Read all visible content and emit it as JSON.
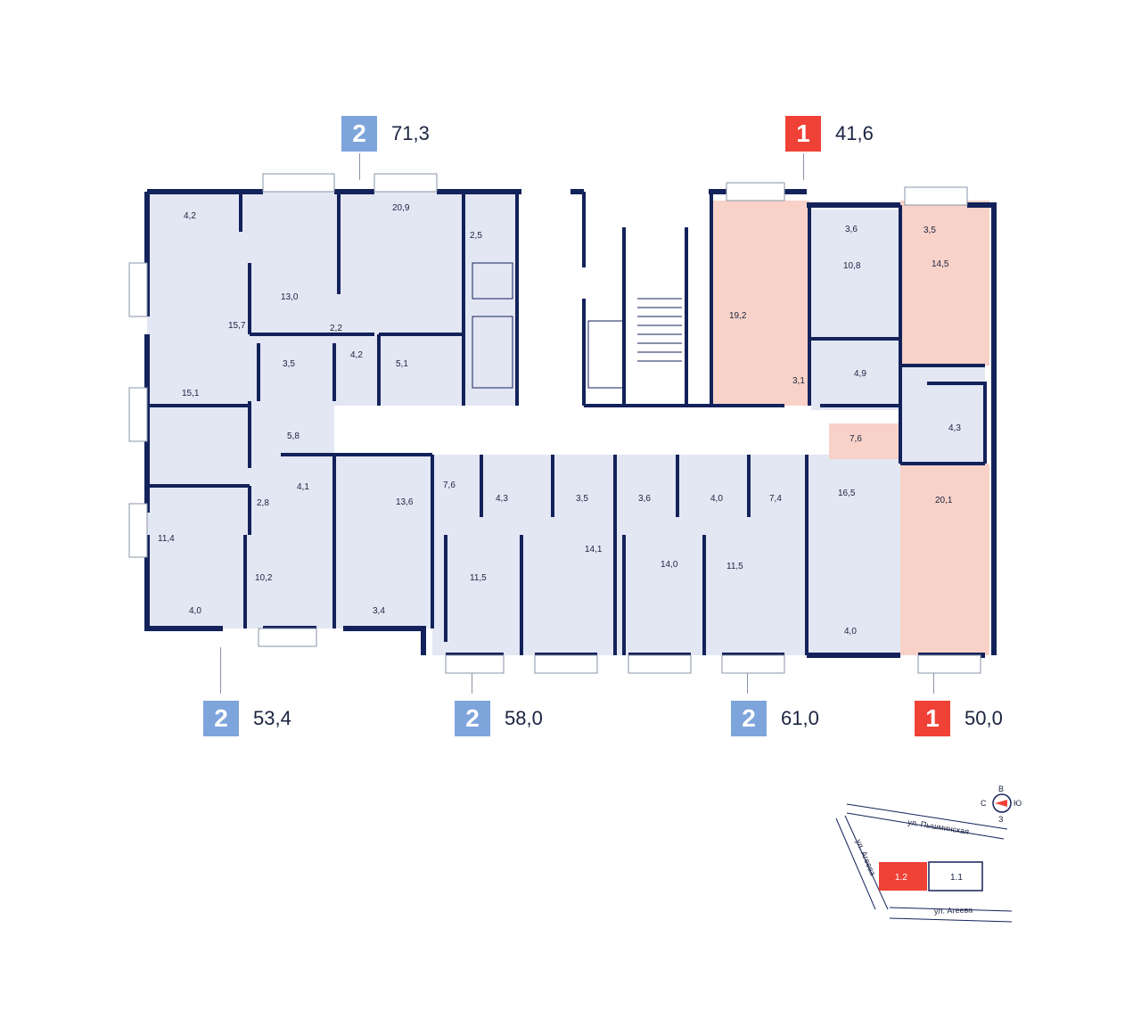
{
  "colors": {
    "two_room": "#7ea4dc",
    "one_room": "#ef4136",
    "wall": "#13225a",
    "room_fill_blue": "#e3e7f4",
    "room_fill_pink": "#f8d2c8"
  },
  "units": [
    {
      "rooms": "2",
      "area": "71,3",
      "color": "#7ea4dc"
    },
    {
      "rooms": "1",
      "area": "41,6",
      "color": "#ef4136"
    },
    {
      "rooms": "2",
      "area": "53,4",
      "color": "#7ea4dc"
    },
    {
      "rooms": "2",
      "area": "58,0",
      "color": "#7ea4dc"
    },
    {
      "rooms": "2",
      "area": "61,0",
      "color": "#7ea4dc"
    },
    {
      "rooms": "1",
      "area": "50,0",
      "color": "#ef4136"
    }
  ],
  "rooms": [
    {
      "label": "4,2"
    },
    {
      "label": "13,0"
    },
    {
      "label": "20,9"
    },
    {
      "label": "2,5"
    },
    {
      "label": "15,7"
    },
    {
      "label": "2,2"
    },
    {
      "label": "4,2"
    },
    {
      "label": "3,5"
    },
    {
      "label": "5,1"
    },
    {
      "label": "15,1"
    },
    {
      "label": "5,8"
    },
    {
      "label": "4,1"
    },
    {
      "label": "2,8"
    },
    {
      "label": "11,4"
    },
    {
      "label": "10,2"
    },
    {
      "label": "4,0"
    },
    {
      "label": "13,6"
    },
    {
      "label": "3,4"
    },
    {
      "label": "7,6"
    },
    {
      "label": "4,3"
    },
    {
      "label": "3,5"
    },
    {
      "label": "14,1"
    },
    {
      "label": "11,5"
    },
    {
      "label": "3,6"
    },
    {
      "label": "4,0"
    },
    {
      "label": "7,4"
    },
    {
      "label": "14,0"
    },
    {
      "label": "11,5"
    },
    {
      "label": "16,5"
    },
    {
      "label": "4,0"
    },
    {
      "label": "19,2"
    },
    {
      "label": "3,1"
    },
    {
      "label": "3,6"
    },
    {
      "label": "10,8"
    },
    {
      "label": "4,9"
    },
    {
      "label": "7,6"
    },
    {
      "label": "3,5"
    },
    {
      "label": "14,5"
    },
    {
      "label": "4,3"
    },
    {
      "label": "20,1"
    }
  ],
  "compass": {
    "north": "В",
    "west": "С",
    "east": "Ю",
    "south": "З"
  },
  "site_plan": {
    "street_top": "ул. Пышминская",
    "street_left": "ул. Агеева",
    "street_bottom": "ул. Агеева",
    "building_current": "1.2",
    "building_other": "1.1"
  }
}
